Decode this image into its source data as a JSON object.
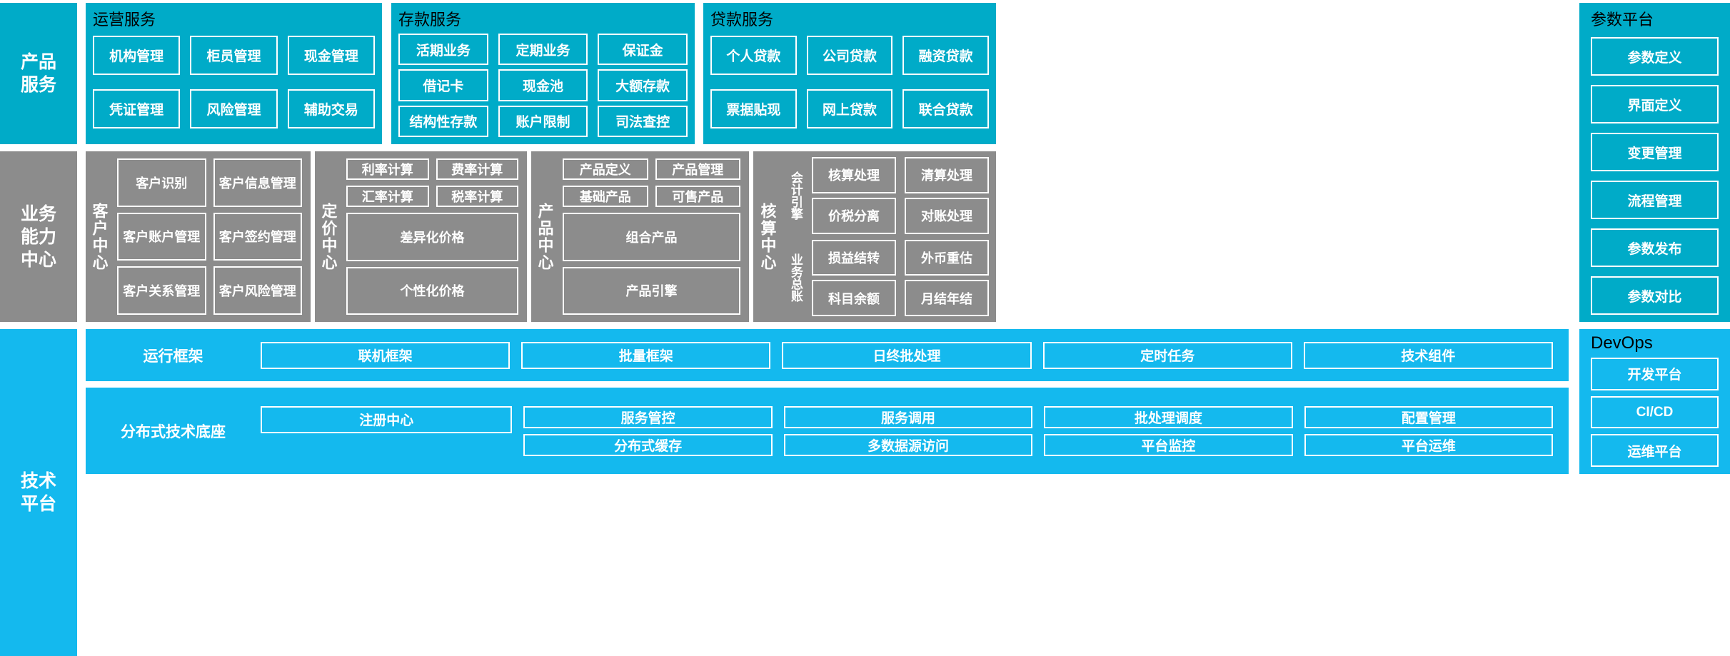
{
  "colors": {
    "teal": "#00ABC8",
    "cyan": "#14B9EE",
    "gray": "#8C8C8C",
    "border": "#FFFFFF",
    "background": "#FFFFFF"
  },
  "layers": {
    "product_service": {
      "rail_label": "产品\n服务",
      "groups": [
        {
          "title": "运营服务",
          "cells": [
            "机构管理",
            "柜员管理",
            "现金管理",
            "凭证管理",
            "风险管理",
            "辅助交易"
          ]
        },
        {
          "title": "存款服务",
          "cells": [
            "活期业务",
            "定期业务",
            "保证金",
            "借记卡",
            "现金池",
            "大额存款",
            "结构性存款",
            "账户限制",
            "司法查控"
          ]
        },
        {
          "title": "贷款服务",
          "cells": [
            "个人贷款",
            "公司贷款",
            "融资贷款",
            "票据贴现",
            "网上贷款",
            "联合贷款"
          ]
        }
      ]
    },
    "business_capability": {
      "rail_label": "业务\n能力\n中心",
      "centers": [
        {
          "vlabel": "客户中心",
          "rows": [
            [
              "客户识别",
              "客户信息管理"
            ],
            [
              "客户账户管理",
              "客户签约管理"
            ],
            [
              "客户关系管理",
              "客户风险管理"
            ]
          ],
          "full_width": []
        },
        {
          "vlabel": "定价中心",
          "rows": [
            [
              "利率计算",
              "费率计算"
            ],
            [
              "汇率计算",
              "税率计算"
            ]
          ],
          "full_width": [
            "差异化价格",
            "个性化价格"
          ]
        },
        {
          "vlabel": "产品中心",
          "rows": [
            [
              "产品定义",
              "产品管理"
            ],
            [
              "基础产品",
              "可售产品"
            ]
          ],
          "full_width": [
            "组合产品",
            "产品引擎"
          ]
        },
        {
          "vlabel": "核算中心",
          "sub_blocks": [
            {
              "vlabel": "会计引擎",
              "cells": [
                "核算处理",
                "清算处理",
                "价税分离",
                "对账处理"
              ]
            },
            {
              "vlabel": "业务总账",
              "cells": [
                "损益结转",
                "外币重估",
                "科目余额",
                "月结年结"
              ]
            }
          ]
        }
      ]
    },
    "technical_platform": {
      "rail_label": "技术\n平台",
      "run_framework": {
        "label": "运行框架",
        "cells": [
          "联机框架",
          "批量框架",
          "日终批处理",
          "定时任务",
          "技术组件"
        ]
      },
      "distributed_base": {
        "label": "分布式技术底座",
        "registry": "注册中心",
        "stacks": [
          [
            "服务管控",
            "分布式缓存"
          ],
          [
            "服务调用",
            "多数据源访问"
          ],
          [
            "批处理调度",
            "平台监控"
          ],
          [
            "配置管理",
            "平台运维"
          ]
        ]
      }
    }
  },
  "right_columns": {
    "parameter_platform": {
      "title": "参数平台",
      "items": [
        "参数定义",
        "界面定义",
        "变更管理",
        "流程管理",
        "参数发布",
        "参数对比"
      ]
    },
    "devops": {
      "title": "DevOps",
      "items": [
        "开发平台",
        "CI/CD",
        "运维平台"
      ]
    }
  }
}
